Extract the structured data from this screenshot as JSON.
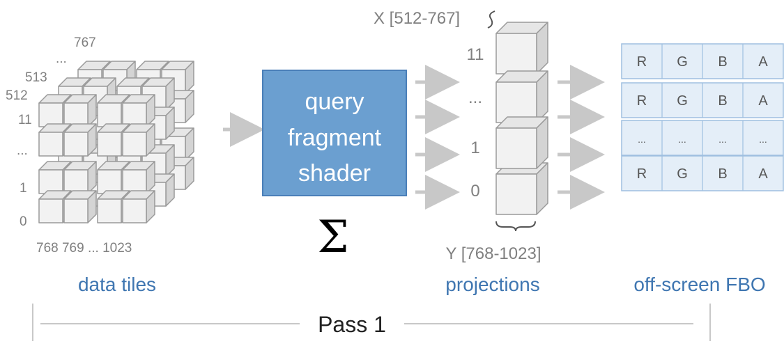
{
  "data_tiles": {
    "z_labels": [
      "767",
      "...",
      "513",
      "512"
    ],
    "y_labels": [
      "11",
      "...",
      "1",
      "0"
    ],
    "x_labels": "768 769 ... 1023",
    "caption": "data tiles"
  },
  "shader": {
    "lines": [
      "query",
      "fragment",
      "shader"
    ],
    "sum_symbol": "Σ"
  },
  "projections": {
    "x_range": "X [512-767]",
    "row_labels": [
      "11",
      "...",
      "1",
      "0"
    ],
    "y_range": "Y [768-1023]",
    "caption": "projections"
  },
  "fbo": {
    "rows": [
      [
        "R",
        "G",
        "B",
        "A"
      ],
      [
        "R",
        "G",
        "B",
        "A"
      ],
      [
        "...",
        "...",
        "...",
        "..."
      ],
      [
        "R",
        "G",
        "B",
        "A"
      ]
    ],
    "caption": "off-screen FBO"
  },
  "pass": {
    "label": "Pass 1"
  },
  "colors": {
    "accent_blue": "#3f76b1",
    "box_fill": "#6b9fd0",
    "cube_fill": "#f2f2f2",
    "cube_stroke": "#9a9a9a",
    "arrow": "#c8c8c8",
    "fbo_fill": "#e4eef8",
    "fbo_stroke": "#9fbfe0"
  }
}
